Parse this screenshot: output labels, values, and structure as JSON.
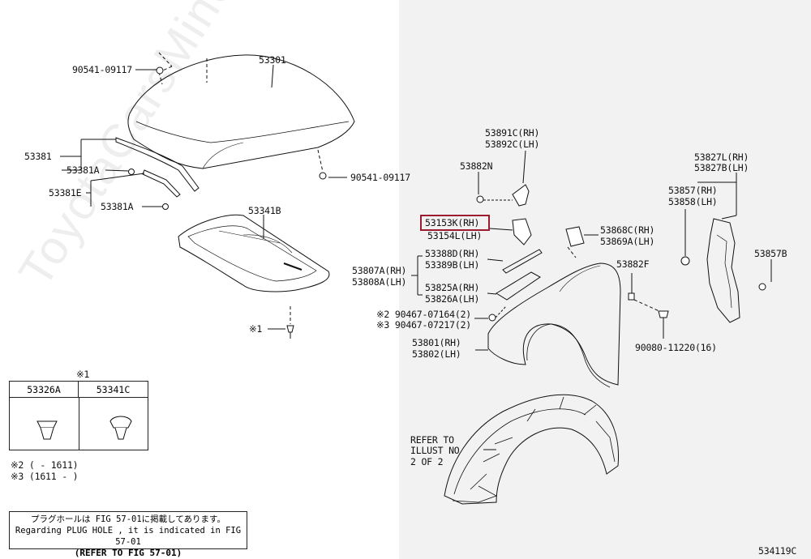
{
  "watermark": "ToyotaCarsMine.ru",
  "part_labels": {
    "p53301": "53301",
    "p90541_a": "90541-09117",
    "p90541_b": "90541-09117",
    "p53381": "53381",
    "p53381a_1": "53381A",
    "p53381e": "53381E",
    "p53381a_2": "53381A",
    "p53341b": "53341B",
    "clip1": "※1",
    "p53891c": "53891C(RH)",
    "p53892c": "53892C(LH)",
    "p53882n": "53882N",
    "p53153k": "53153K(RH)",
    "p53154l": "53154L(LH)",
    "p53868c": "53868C(RH)",
    "p53869a": "53869A(LH)",
    "p53388d": "53388D(RH)",
    "p53389b": "53389B(LH)",
    "p53807a": "53807A(RH)",
    "p53808a": "53808A(LH)",
    "p53825a": "53825A(RH)",
    "p53826a": "53826A(LH)",
    "p53882f": "53882F",
    "p90467_1": "※2 90467-07164(2)",
    "p90467_2": "※3 90467-07217(2)",
    "p53801": "53801(RH)",
    "p53802": "53802(LH)",
    "p90080": "90080-11220(16)",
    "p53827l": "53827L(RH)",
    "p53827b": "53827B(LH)",
    "p53857": "53857(RH)",
    "p53858": "53858(LH)",
    "p53857b": "53857B",
    "refer1": "REFER TO",
    "refer2": "ILLUST NO",
    "refer3": "2 OF 2"
  },
  "clip_table": {
    "mark": "※1",
    "col1": "53326A",
    "col2": "53341C"
  },
  "footnotes": {
    "n2": "※2 (     - 1611)",
    "n3": "※3 (1611 -     )"
  },
  "note_box": {
    "line1": "プラグホールは FIG 57-01に掲載してあります。",
    "line2": "Regarding PLUG HOLE , it is indicated in FIG 57-01",
    "line3": "(REFER TO FIG 57-01)"
  },
  "figure_code": "534119C",
  "highlight_color": "#9b1b2f",
  "right_panel_color": "#f2f2f2"
}
